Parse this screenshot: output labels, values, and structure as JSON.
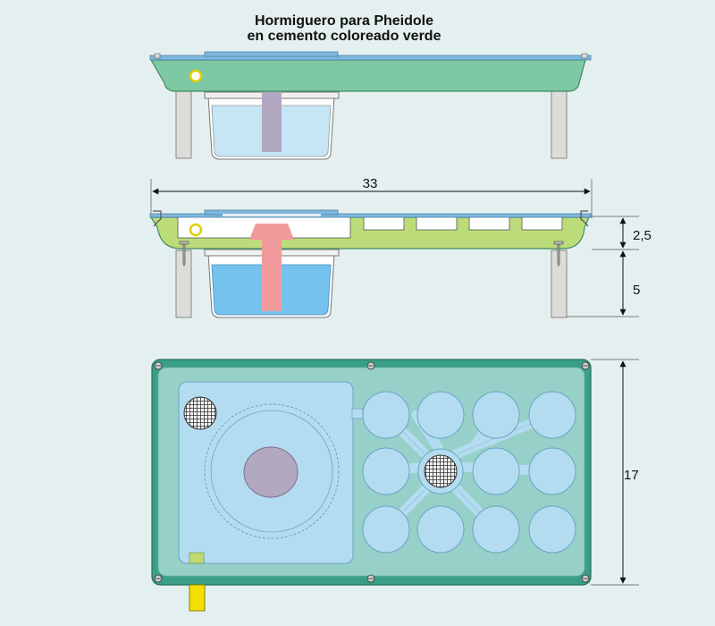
{
  "title": {
    "line1": "Hormiguero para Pheidole",
    "line2": "en cemento coloreado verde"
  },
  "dimensions": {
    "length": "33",
    "height_top": "2,5",
    "height_legs": "5",
    "width": "17"
  },
  "colors": {
    "background": "#e4f0ef",
    "glass": "#7fb8dd",
    "green_body_top": "#7ec8a4",
    "green_body_section": "#bcdc7a",
    "frame_top_view": "#3a9f86",
    "inner_panel": "#96d0c8",
    "chamber": "#b4dcf0",
    "water_light": "#c6e6f6",
    "water": "#74c2ee",
    "tube_light": "#b2a8c0",
    "tube": "#f19a9c",
    "legs": "#dcdcd8",
    "mesh": "#444444",
    "ring": "#e0d000",
    "tube_outlet": "#f2e000"
  }
}
